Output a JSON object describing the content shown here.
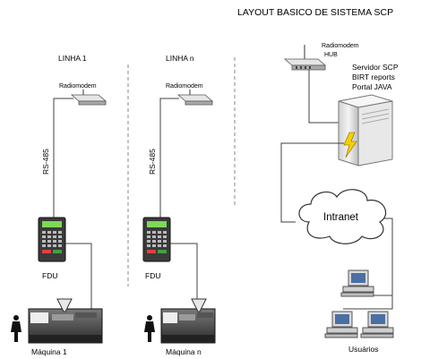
{
  "title": "LAYOUT BASICO DE SISTEMA SCP",
  "lines": [
    {
      "name": "LINHA 1",
      "modem": "Radiomodem",
      "bus": "RS-485",
      "terminal": "FDU",
      "machine": "Máquina 1"
    },
    {
      "name": "LINHA n",
      "modem": "Radiomodem",
      "bus": "RS-485",
      "terminal": "FDU",
      "machine": "Máquina n"
    }
  ],
  "hub": {
    "line1": "Radiomodem",
    "line2": "HUB"
  },
  "server": {
    "line1": "Servidor SCP",
    "line2": "BIRT reports",
    "line3": "Portal JAVA"
  },
  "network": "Intranet",
  "users": "Usuários",
  "colors": {
    "screen_green": "#7ed957",
    "server_body": "#e8e8e8",
    "lightning": "#f5d000",
    "wire": "#404040"
  }
}
